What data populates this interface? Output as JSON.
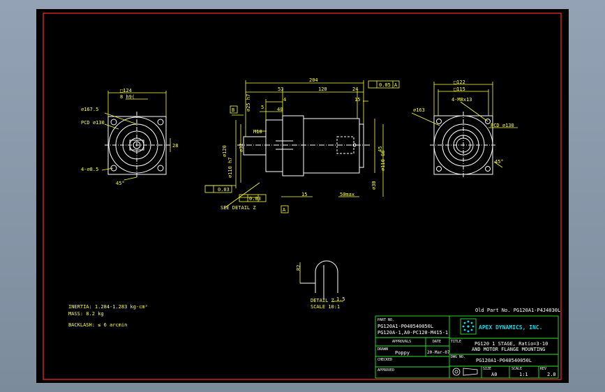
{
  "colors": {
    "background": "#000000",
    "border": "#ff2a2a",
    "dimension": "#ffff3a",
    "geometry": "#ffffff",
    "title_block": "#2ee62e",
    "logo": "#19d6e6"
  },
  "left_view": {
    "square_dim": "□124",
    "key_dim": "8 h9(",
    "flange_dia": "⌀167.5",
    "pcd": "PCD ⌀130",
    "holes": "4-⌀8.5",
    "angle": "45°",
    "key_depth": "28"
  },
  "center_view": {
    "overall_len": "204",
    "dim_53": "53",
    "dim_120": "120",
    "dim_24": "24",
    "dim_4": "4",
    "dim_40": "40",
    "dim_5": "5",
    "dim_15_top": "15",
    "runout": "0.05",
    "datum_a": "A",
    "datum_b": "B",
    "shaft_tol": "⌀25 h7",
    "pilot_dia": "⌀120",
    "pilot_tol": "⌀110 h7",
    "shaft_dia": "⌀32",
    "thread": "M10",
    "tol_03": "0.03",
    "tol_03b": "0.03",
    "dim_45": "45",
    "bore_dia": "⌀110 G6",
    "motor_dia": "⌀30",
    "dim_50max": "50max",
    "dim_15": "15",
    "see_detail": "SEE DETAIL Z"
  },
  "right_view": {
    "square_dim": "□122",
    "inner_dim": "□115",
    "holes": "4-M8x13",
    "flange_dia": "⌀163",
    "pcd": "PCD ⌀130",
    "angle": "45°"
  },
  "detail": {
    "label": "DETAIL Z",
    "scale": "SCALE 10:1",
    "r": "R2",
    "dim": "1.5"
  },
  "notes": {
    "inertia": "INERTIA: 1.284-1.283 kg-cm²",
    "mass": "MASS: 8.2 kg",
    "backlash": "BACKLASH: ≤ 6 arcmin"
  },
  "old_part": "Old Part No. PG120A1-P4J4030L",
  "title_block": {
    "part_no_label": "PART NO.",
    "part_no_1": "PG120A1-P040540050L",
    "part_no_2": "PG120A-1,A0-PC120-M415-1",
    "company": "APEX DYNAMICS, INC.",
    "title_label": "TITLE",
    "title_1": "PG120 1 STAGE, Ratio=3-10",
    "title_2": "AND MOTOR FLANGE MOUNTING",
    "approved_label": "APPROVALS",
    "date_label": "DATE",
    "drawn_label": "DRAWN",
    "drawn_by": "Poppy",
    "drawn_date": "20-Mar-07",
    "dwg_label": "DWG NO.",
    "dwg_no": "PG120A1-P040540050L",
    "checked_label": "CHECKED",
    "approved2_label": "APPROVED",
    "size_label": "SIZE",
    "size": "A0",
    "scale_label": "SCALE",
    "scale": "1:1",
    "rev_label": "REV",
    "rev": "2.0"
  }
}
